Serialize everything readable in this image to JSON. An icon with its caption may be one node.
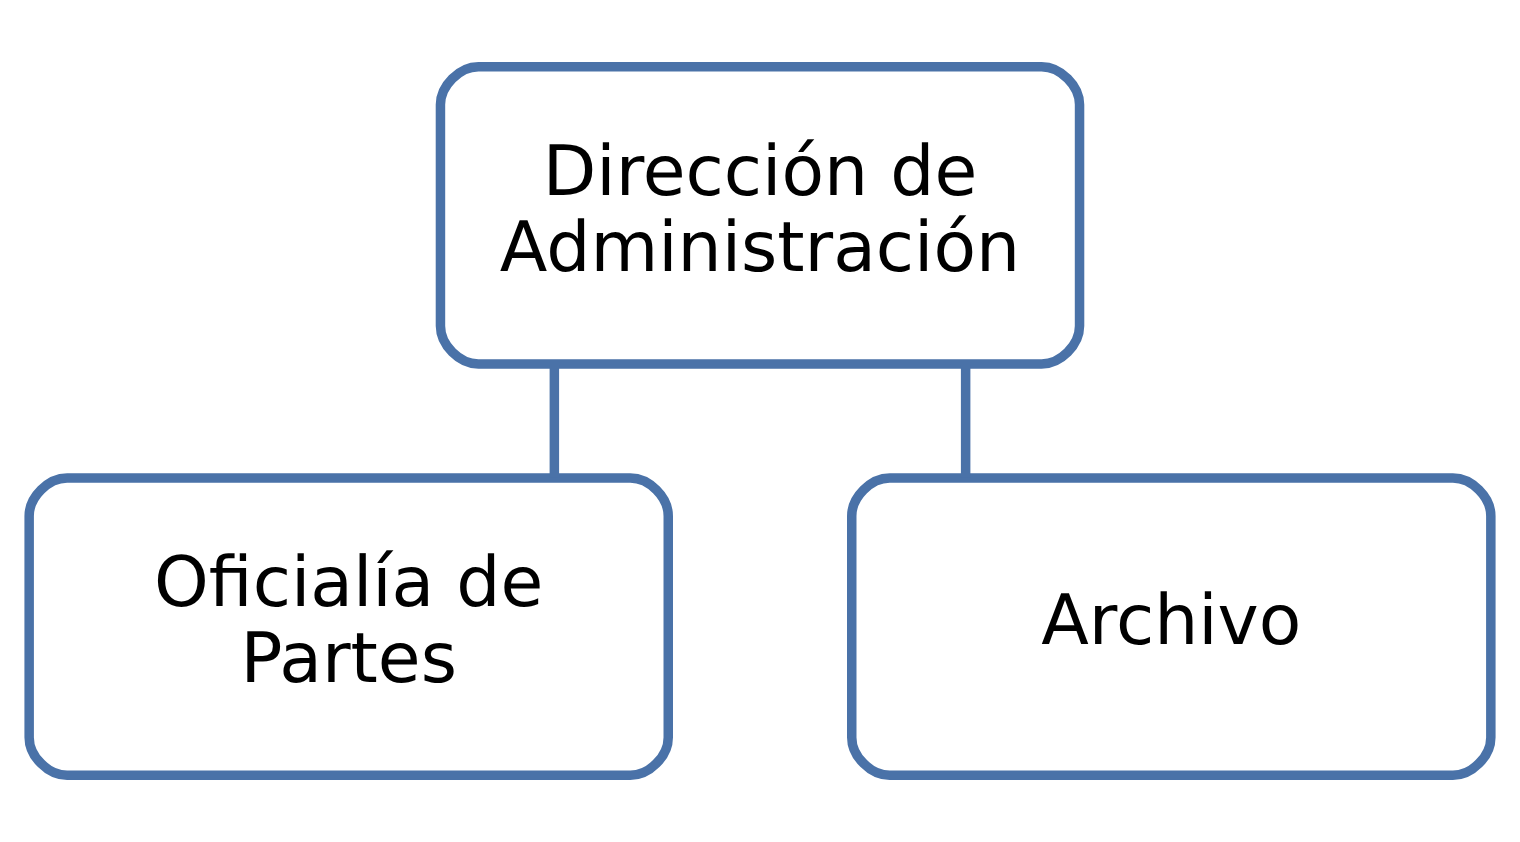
{
  "diagram": {
    "nodes": [
      {
        "text": [
          "Dirección de Administración"
        ]
      },
      {
        "text": [
          "Oficialía de Partes"
        ]
      },
      {
        "text": [
          "Archivo"
        ]
      }
    ],
    "edges": [
      {
        "from": 0,
        "to": 1,
        "arrow": "none"
      },
      {
        "from": 0,
        "to": 2,
        "arrow": "none"
      }
    ]
  }
}
